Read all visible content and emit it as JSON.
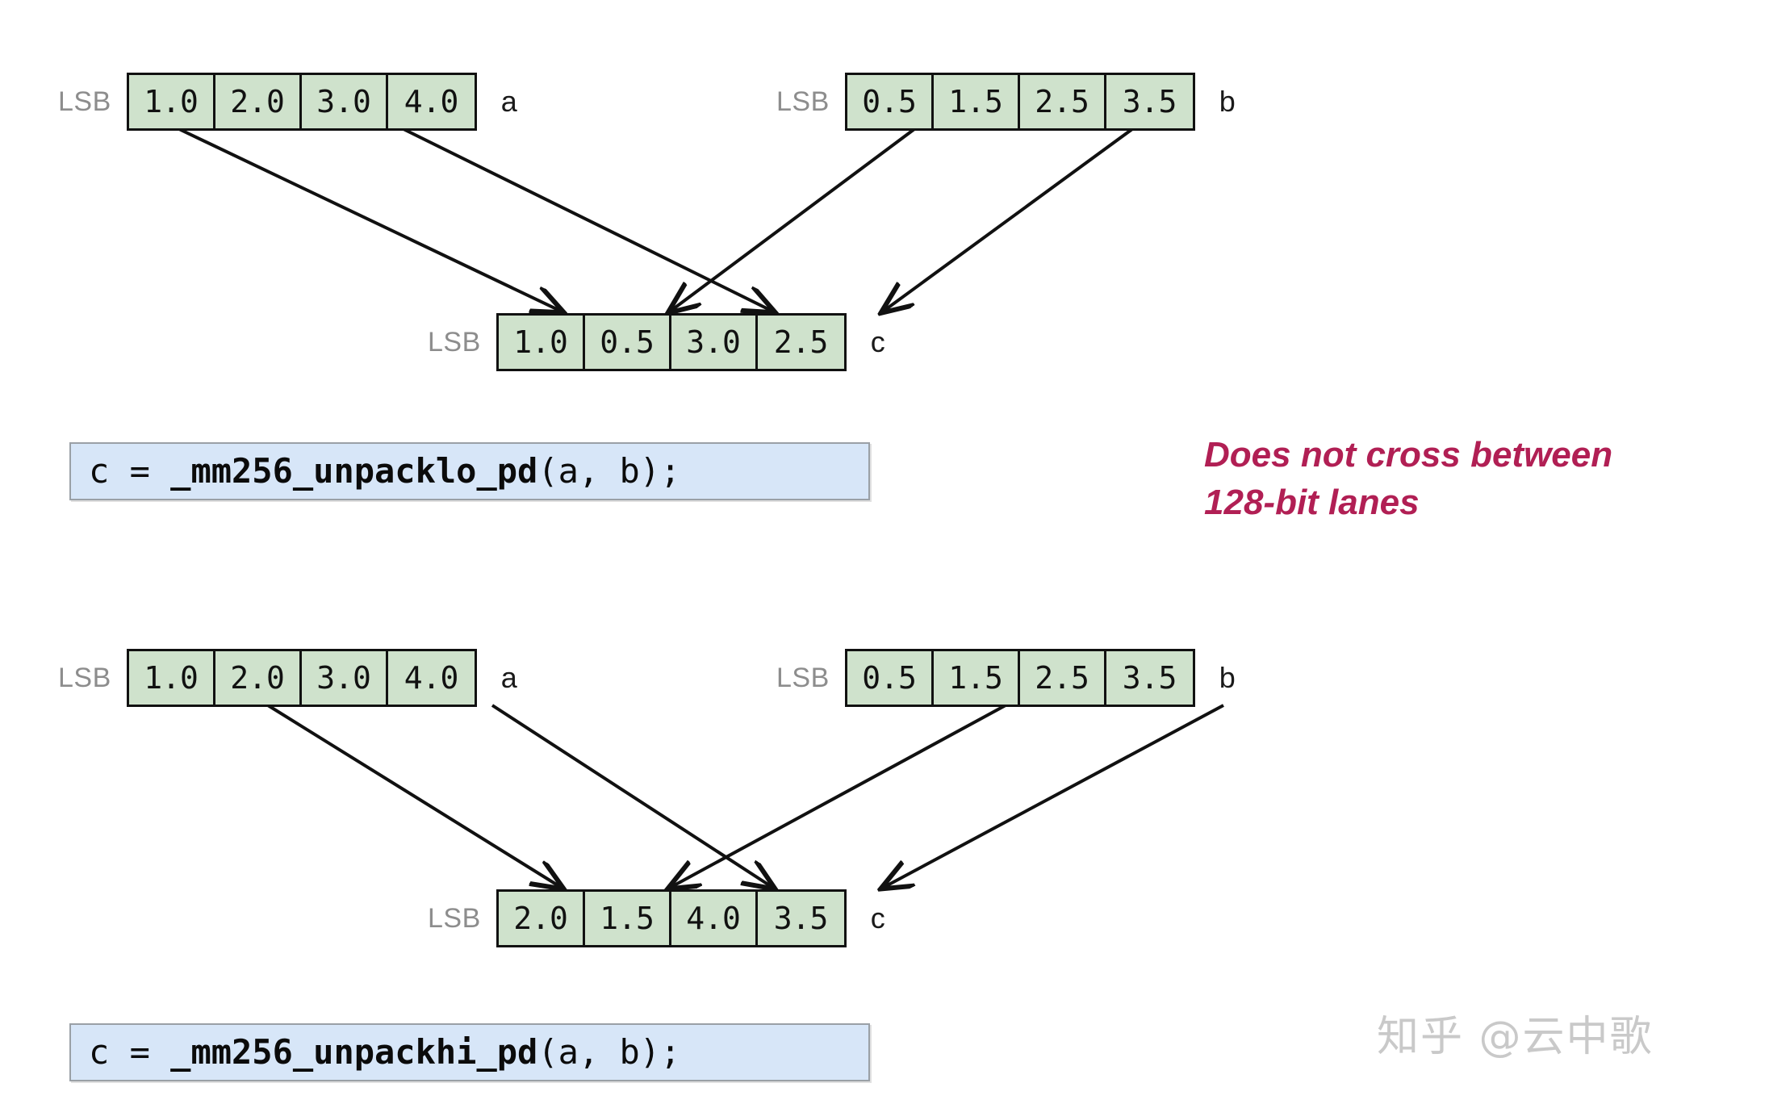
{
  "diagram": {
    "title": "AVX _mm256_unpacklo_pd / _mm256_unpackhi_pd lane diagram",
    "colors": {
      "lane_fill": "#cfe2cc",
      "lane_border": "#111111",
      "code_fill": "#d7e6f8",
      "code_border": "#9aa0a6",
      "note_color": "#b11f54",
      "lsb_color": "#8d8d8d",
      "watermark_color": "#c9c9c9"
    },
    "lsb_label": "LSB",
    "note_text": "Does not cross between\n128-bit lanes",
    "watermark": "知乎 @云中歌",
    "sections": [
      {
        "id": "unpacklo",
        "inputs": [
          {
            "name": "a",
            "values": [
              "1.0",
              "2.0",
              "3.0",
              "4.0"
            ]
          },
          {
            "name": "b",
            "values": [
              "0.5",
              "1.5",
              "2.5",
              "3.5"
            ]
          }
        ],
        "output": {
          "name": "c",
          "values": [
            "1.0",
            "0.5",
            "3.0",
            "2.5"
          ]
        },
        "code": {
          "prefix": "c = ",
          "fn": "_mm256_unpacklo_pd",
          "suffix": "(a, b);",
          "full": "c = _mm256_unpacklo_pd(a, b);"
        },
        "mapping": [
          {
            "from": "a",
            "from_index": 0,
            "to_index": 0
          },
          {
            "from": "b",
            "from_index": 0,
            "to_index": 1
          },
          {
            "from": "a",
            "from_index": 2,
            "to_index": 2
          },
          {
            "from": "b",
            "from_index": 2,
            "to_index": 3
          }
        ]
      },
      {
        "id": "unpackhi",
        "inputs": [
          {
            "name": "a",
            "values": [
              "1.0",
              "2.0",
              "3.0",
              "4.0"
            ]
          },
          {
            "name": "b",
            "values": [
              "0.5",
              "1.5",
              "2.5",
              "3.5"
            ]
          }
        ],
        "output": {
          "name": "c",
          "values": [
            "2.0",
            "1.5",
            "4.0",
            "3.5"
          ]
        },
        "code": {
          "prefix": "c = ",
          "fn": "_mm256_unpackhi_pd",
          "suffix": "(a, b);",
          "full": "c = _mm256_unpackhi_pd(a, b);"
        },
        "mapping": [
          {
            "from": "a",
            "from_index": 1,
            "to_index": 0
          },
          {
            "from": "b",
            "from_index": 1,
            "to_index": 1
          },
          {
            "from": "a",
            "from_index": 3,
            "to_index": 2
          },
          {
            "from": "b",
            "from_index": 3,
            "to_index": 3
          }
        ]
      }
    ]
  }
}
